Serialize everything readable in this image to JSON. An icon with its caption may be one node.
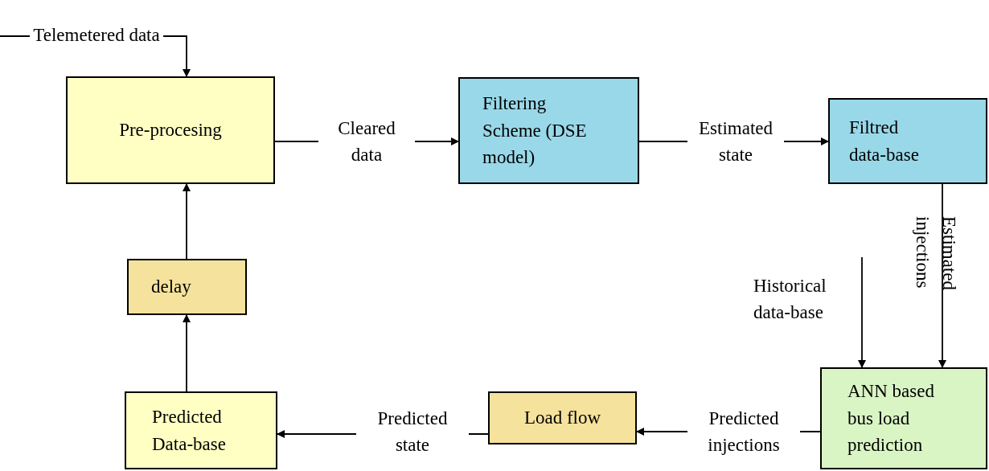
{
  "diagram": {
    "nodes": [
      {
        "text": [
          "Pre-procesing"
        ]
      },
      {
        "text": [
          "Filtering Scheme (DSE model)"
        ]
      },
      {
        "text": [
          "Filtred data-base"
        ]
      },
      {
        "text": [
          "delay"
        ]
      },
      {
        "text": [
          "Predicted Data-base"
        ]
      },
      {
        "text": [
          "Load flow"
        ]
      },
      {
        "text": [
          "ANN based bus load prediction"
        ]
      }
    ],
    "edges": [
      {
        "from": null,
        "to": 0,
        "arrow": "to",
        "label": "Telemetered data"
      },
      {
        "from": 0,
        "to": 1,
        "arrow": "to",
        "label": "Cleared data"
      },
      {
        "from": 1,
        "to": 2,
        "arrow": "to",
        "label": "Estimated state"
      },
      {
        "from": 2,
        "to": 6,
        "arrow": "to",
        "label": "Estimated injections"
      },
      {
        "from": null,
        "to": 6,
        "arrow": "to",
        "label": "Historical data-base"
      },
      {
        "from": 6,
        "to": 5,
        "arrow": "to",
        "label": "Predicted injections"
      },
      {
        "from": 5,
        "to": 4,
        "arrow": "to",
        "label": "Predicted state"
      },
      {
        "from": 4,
        "to": 3,
        "arrow": "to"
      },
      {
        "from": 3,
        "to": 0,
        "arrow": "to"
      }
    ]
  }
}
